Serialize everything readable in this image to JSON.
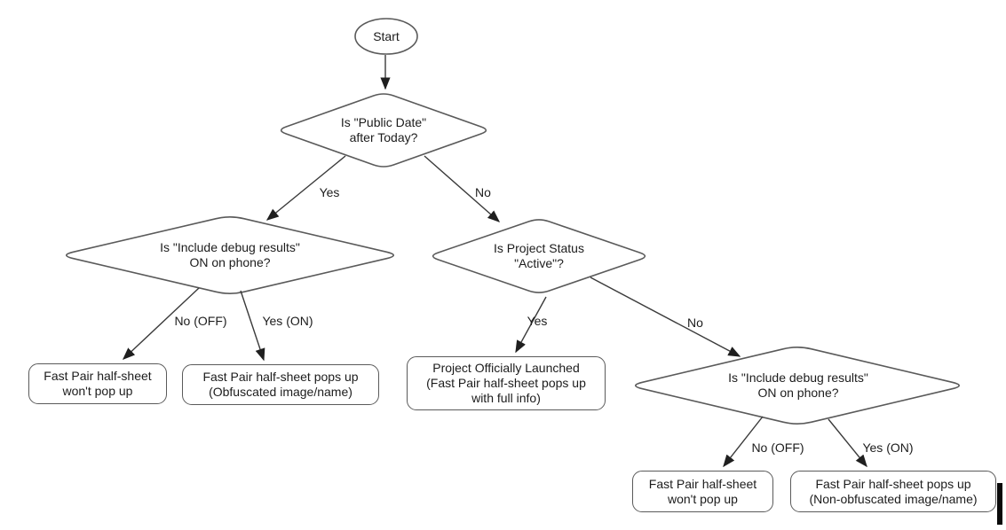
{
  "colors": {
    "background": "#ffffff",
    "shape_stroke": "#5a5a5a",
    "arrow_stroke": "#3a3a3a",
    "arrowhead_fill": "#1f1f1f",
    "text": "#1c1c1c"
  },
  "flowchart": {
    "nodes": {
      "start": {
        "type": "terminator",
        "label": "Start"
      },
      "public_date": {
        "type": "decision",
        "label": "Is \"Public Date\"\nafter Today?"
      },
      "debug_left": {
        "type": "decision",
        "label": "Is \"Include debug results\"\nON on phone?"
      },
      "project_status": {
        "type": "decision",
        "label": "Is Project Status\n\"Active\"?"
      },
      "debug_right": {
        "type": "decision",
        "label": "Is \"Include debug results\"\nON on phone?"
      },
      "no_popup_left": {
        "type": "outcome",
        "label": "Fast Pair half-sheet\nwon't pop up"
      },
      "popup_obfuscated": {
        "type": "outcome",
        "label": "Fast Pair half-sheet pops up\n(Obfuscated image/name)"
      },
      "launched": {
        "type": "outcome",
        "label": "Project Officially Launched\n(Fast Pair half-sheet pops up\nwith full info)"
      },
      "no_popup_right": {
        "type": "outcome",
        "label": "Fast Pair half-sheet\nwon't pop up"
      },
      "popup_nonobfuscated": {
        "type": "outcome",
        "label": "Fast Pair half-sheet pops up\n(Non-obfuscated image/name)"
      }
    },
    "edge_labels": {
      "public_date_yes": "Yes",
      "public_date_no": "No",
      "debug_left_no": "No (OFF)",
      "debug_left_yes": "Yes (ON)",
      "project_status_yes": "Yes",
      "project_status_no": "No",
      "debug_right_no": "No (OFF)",
      "debug_right_yes": "Yes (ON)"
    }
  }
}
